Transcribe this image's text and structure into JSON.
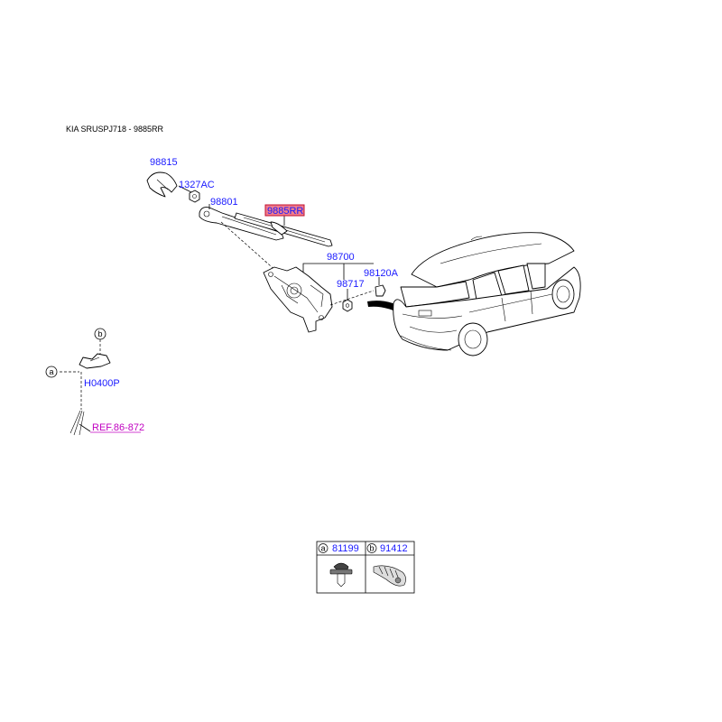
{
  "header": {
    "title": "KIA SRUSPJ718 - 9885RR"
  },
  "parts": {
    "p98815": "98815",
    "p1327AC": "1327AC",
    "p98801": "98801",
    "p9885RR": "9885RR",
    "p98700": "98700",
    "p98717": "98717",
    "p98120A": "98120A",
    "pH0400P": "H0400P"
  },
  "reference": {
    "label": "REF.86-872"
  },
  "callouts": {
    "a": "a",
    "b": "b"
  },
  "legend": {
    "items": [
      {
        "letter": "a",
        "part": "81199"
      },
      {
        "letter": "b",
        "part": "91412"
      }
    ]
  },
  "colors": {
    "part_link": "#1a1aff",
    "ref_link": "#c000c0",
    "highlight_fill": "#f07c8c",
    "highlight_border": "#c01030"
  }
}
